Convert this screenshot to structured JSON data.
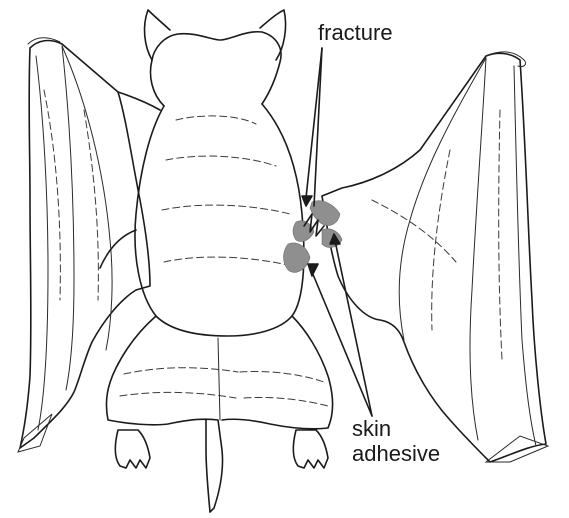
{
  "figure": {
    "labels": {
      "fracture": "fracture",
      "skin": "skin",
      "adhesive": "adhesive"
    },
    "colors": {
      "ink": "#1b1b1b",
      "adhesive_patch": "#8f8f8f",
      "background": "#ffffff"
    }
  }
}
